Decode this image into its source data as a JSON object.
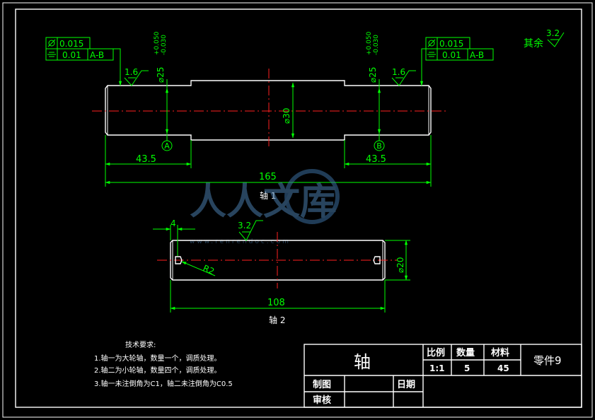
{
  "views": {
    "shaft1": {
      "label": "轴 1",
      "dims": {
        "total_length": "165",
        "left_length": "43.5",
        "right_length": "43.5",
        "mid_diameter": "⌀30",
        "end_diameter_left": "⌀25",
        "end_diameter_right": "⌀25",
        "tol_upper": "+0.050",
        "tol_lower": "-0.030"
      },
      "roughness_left": "1.6",
      "roughness_right": "1.6",
      "datum_left": "A",
      "datum_right": "B",
      "gdt_left": {
        "runout": "0.015",
        "sym_value": "0.01",
        "datum_ref": "A-B"
      },
      "gdt_right": {
        "runout": "0.015",
        "sym_value": "0.01",
        "datum_ref": "A-B"
      }
    },
    "shaft2": {
      "label": "轴 2",
      "dims": {
        "length": "108",
        "diameter": "⌀20",
        "offset": "4",
        "radius": "R2"
      },
      "roughness": "3.2"
    },
    "other_roughness": {
      "label": "其余",
      "value": "3.2"
    }
  },
  "watermark": {
    "text": "人人文库",
    "url": "www.renrendoc.com"
  },
  "notes": {
    "title": "技术要求:",
    "items": [
      "1.轴一为大轮轴，数量一个，调质处理。",
      "2.轴二为小轮轴，数量四个，调质处理。",
      "3.轴一未注倒角为C1，轴二未注倒角为C0.5"
    ]
  },
  "title_block": {
    "part_name": "轴",
    "headers": {
      "scale": "比例",
      "quantity": "数量",
      "material": "材料"
    },
    "values": {
      "scale": "1:1",
      "quantity": "5",
      "material": "45"
    },
    "part_number": "零件9",
    "drawn_by_label": "制图",
    "date_label": "日期",
    "checked_by_label": "审核"
  },
  "colors": {
    "background": "#000000",
    "outline": "#ffffff",
    "dimension": "#00ff00",
    "centerline": "#ff2020"
  }
}
